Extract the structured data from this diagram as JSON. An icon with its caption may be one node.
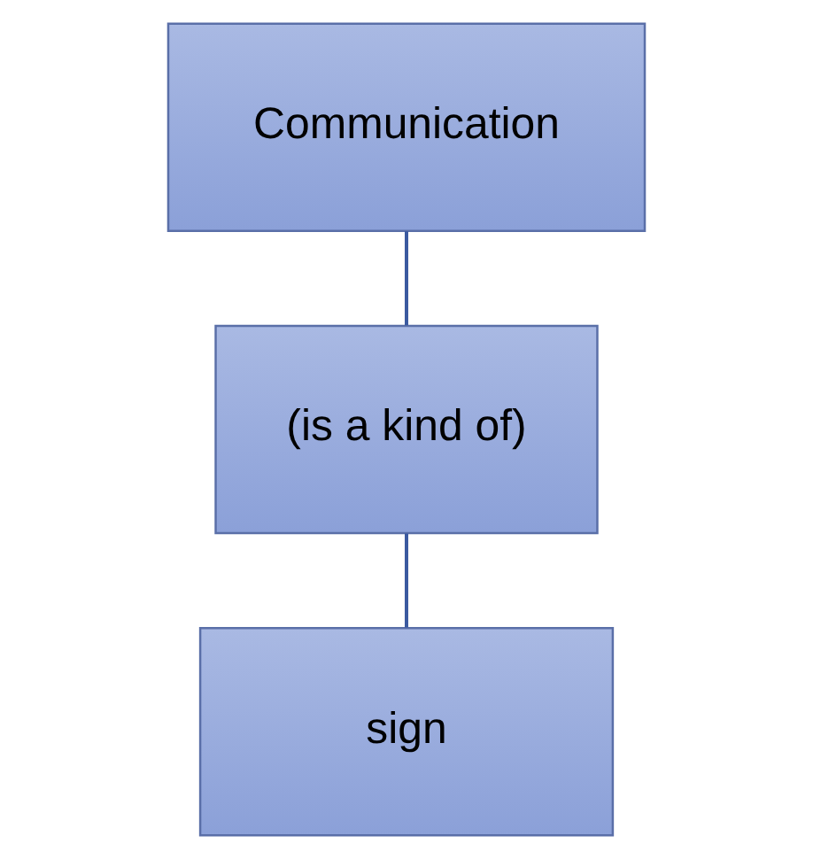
{
  "diagram": {
    "nodes": [
      {
        "text": [
          "Communication"
        ]
      },
      {
        "text": [
          "(is a kind of)"
        ]
      },
      {
        "text": [
          "sign"
        ]
      }
    ],
    "edges": [
      {
        "from": 0,
        "to": 1,
        "arrow": "none"
      },
      {
        "from": 1,
        "to": 2,
        "arrow": "none"
      }
    ]
  }
}
